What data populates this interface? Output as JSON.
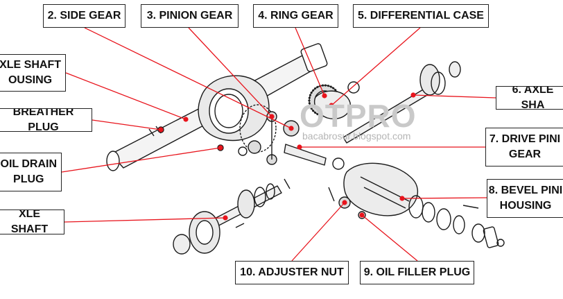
{
  "diagram": {
    "labels": {
      "side_gear": "2. SIDE GEAR",
      "pinion_gear": "3. PINION GEAR",
      "ring_gear": "4. RING GEAR",
      "differential_case": "5. DIFFERENTIAL CASE",
      "axle_shaft_housing": "XLE SHAFT\nOUSING",
      "breather_plug": "BREATHER PLUG",
      "oil_drain_plug": "OIL DRAIN\nPLUG",
      "axle_shaft_left": "XLE SHAFT",
      "axle_shaft_right": "6. AXLE SHA",
      "drive_pinion_gear": "7. DRIVE PINI\nGEAR",
      "bevel_pinion_housing": "8. BEVEL PINI\nHOUSING",
      "adjuster_nut": "10. ADJUSTER NUT",
      "oil_filler_plug": "9. OIL FILLER PLUG"
    },
    "watermark": "OTPRO",
    "watermark_sub": "bacabrosur.blogspot.com",
    "colors": {
      "leader": "#e8141c",
      "dot": "#e8141c",
      "box_border": "#222222",
      "drawing": "#1a1a1a"
    }
  }
}
